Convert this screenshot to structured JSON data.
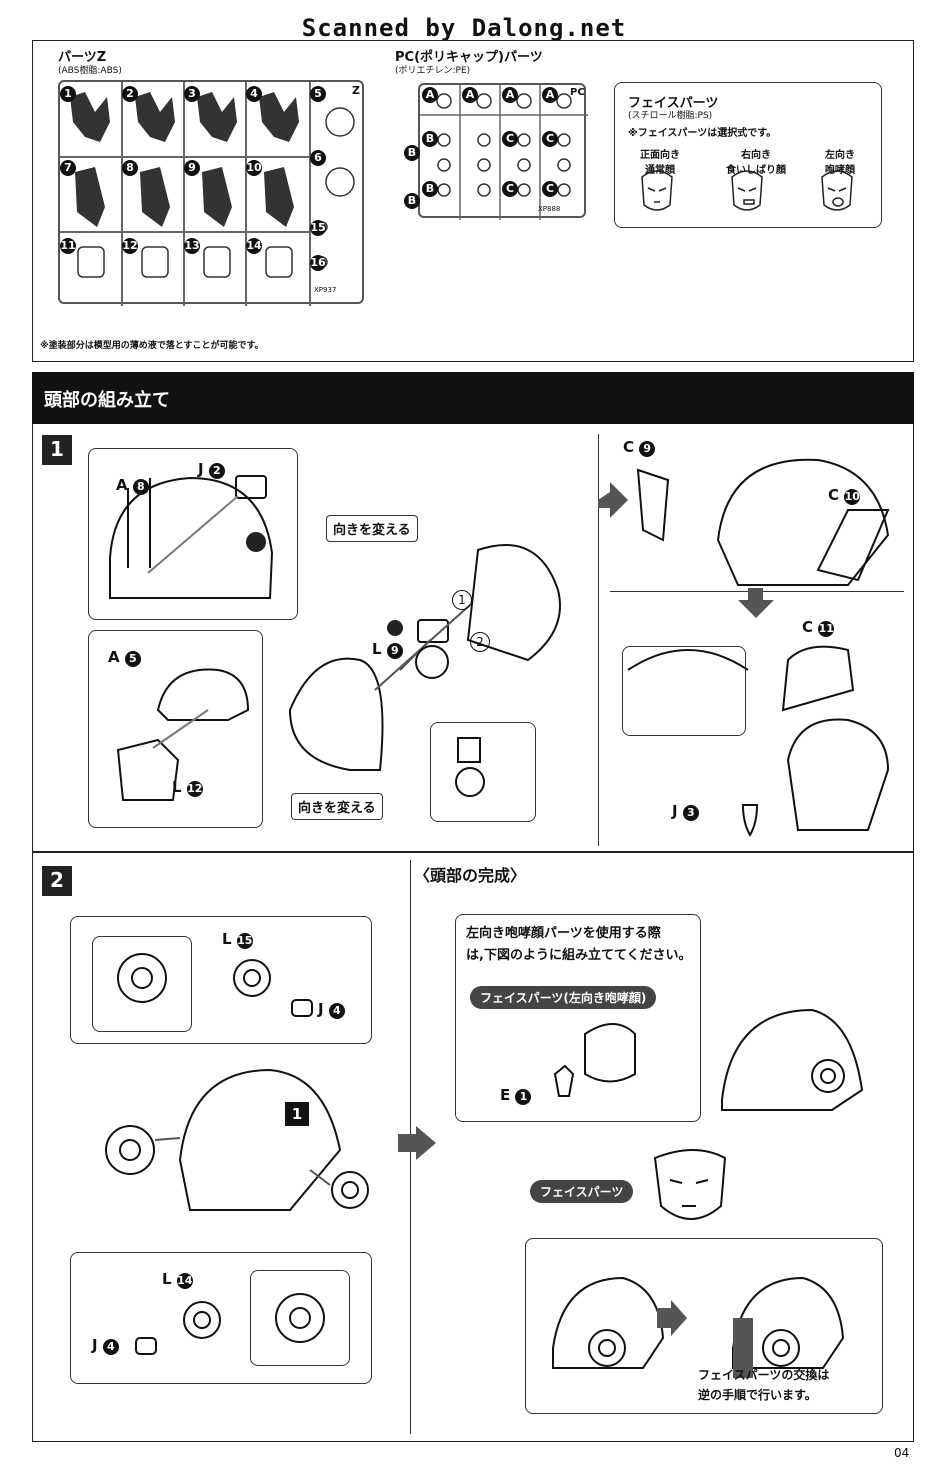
{
  "header": {
    "scanner_credit": "Scanned by Dalong.net"
  },
  "runners": {
    "parts_z": {
      "title": "パーツZ",
      "material": "(ABS樹脂:ABS)",
      "label": "Z",
      "code": "XP937",
      "numbers": [
        "1",
        "2",
        "3",
        "4",
        "5",
        "6",
        "7",
        "8",
        "9",
        "10",
        "11",
        "12",
        "13",
        "14",
        "15",
        "16"
      ]
    },
    "parts_pc": {
      "title": "PC(ポリキャップ)パーツ",
      "material": "(ポリエチレン:PE)",
      "label": "PC",
      "code": "XP888",
      "letters": [
        "A",
        "A",
        "A",
        "A",
        "B",
        "B",
        "B",
        "B",
        "C",
        "C",
        "C",
        "C"
      ]
    },
    "face_parts": {
      "title": "フェイスパーツ",
      "material": "(スチロール樹脂:PS)",
      "note": "※フェイスパーツは選択式です。",
      "faces": [
        {
          "line1": "正面向き",
          "line2": "通常顔"
        },
        {
          "line1": "右向き",
          "line2": "食いしばり顔"
        },
        {
          "line1": "左向き",
          "line2": "咆哮顔"
        }
      ]
    },
    "paint_note": "※塗装部分は模型用の薄め液で落とすことが可能です。"
  },
  "section": {
    "title": "頭部の組み立て"
  },
  "step1": {
    "number": "1",
    "callouts": {
      "a8": "A",
      "a8_num": "8",
      "j2": "J",
      "j2_num": "2",
      "a5": "A",
      "a5_num": "5",
      "l12": "L",
      "l12_num": "12",
      "l9": "L",
      "l9_num": "9",
      "c9": "C",
      "c9_num": "9",
      "c10": "C",
      "c10_num": "10",
      "c11": "C",
      "c11_num": "11",
      "j3": "J",
      "j3_num": "3",
      "order1": "1",
      "order2": "2"
    },
    "tag_turn": "向きを変える"
  },
  "step2": {
    "number": "2",
    "complete_title": "〈頭部の完成〉",
    "callouts": {
      "l15": "L",
      "l15_num": "15",
      "j4a": "J",
      "j4a_num": "4",
      "l14": "L",
      "l14_num": "14",
      "j4b": "J",
      "j4b_num": "4",
      "ref1": "1",
      "e1": "E",
      "e1_num": "1"
    },
    "left_face_note_1": "左向き咆哮顔パーツを使用する際",
    "left_face_note_2": "は,下図のように組み立ててください。",
    "left_face_pill": "フェイスパーツ(左向き咆哮顔)",
    "face_pill": "フェイスパーツ",
    "swap_note_1": "フェイスパーツの交換は",
    "swap_note_2": "逆の手順で行います。"
  },
  "footer": {
    "page_number": "04"
  }
}
